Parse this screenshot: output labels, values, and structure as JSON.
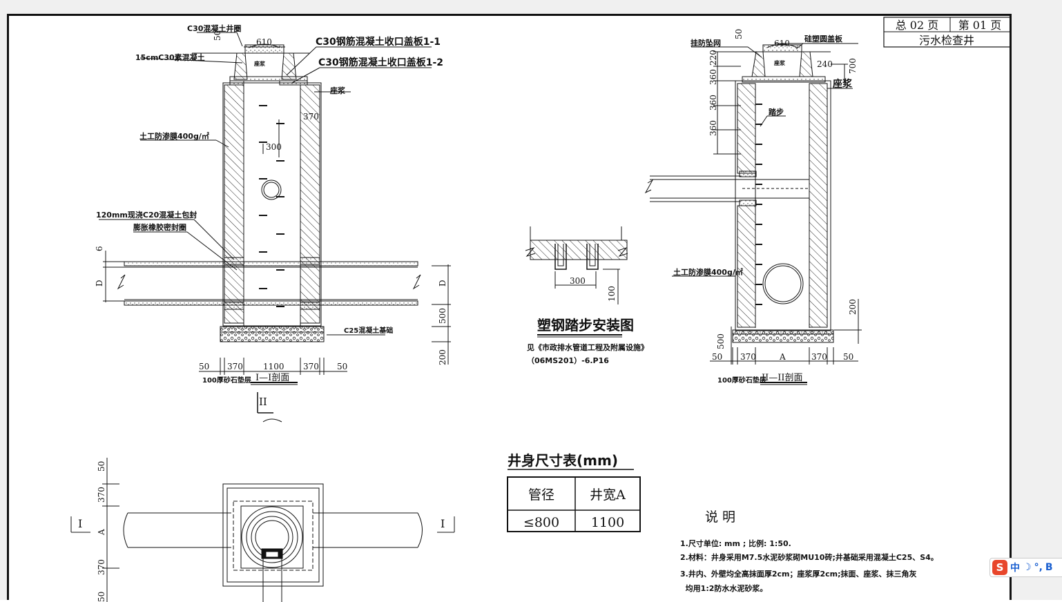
{
  "title_block": {
    "total_pages": "总 02 页",
    "page_no": "第 01 页",
    "drawing_name": "污水检查井"
  },
  "section1": {
    "caption": "I—I剖面",
    "labels": {
      "c30_ring": "C30混凝土井圈",
      "c30_cover_1": "C30钢筋混凝土收口盖板1-1",
      "c30_cover_2": "C30钢筋混凝土收口盖板1-2",
      "plain_concrete": "15cmC30素混凝土",
      "seat_small": "座浆",
      "mortar": "座浆",
      "geomembrane": "土工防渗膜400g/㎡",
      "encase": "120mm现浇C20混凝土包封",
      "sealing_ring": "膨胀橡胶密封圈",
      "base": "C25混凝土基础",
      "gravel": "100厚砂石垫层",
      "marker": "II"
    },
    "dims": {
      "d610": "610",
      "d50": "50",
      "d370": "370",
      "d300": "300",
      "d6": "6",
      "dD": "D",
      "d500": "500",
      "d200": "200",
      "d1100": "1100"
    }
  },
  "section2": {
    "caption": "II—II剖面",
    "labels": {
      "net": "挂防坠网",
      "cover": "硅塑圆盖板",
      "seat_small": "座浆",
      "mortar": "座浆",
      "step": "踏步",
      "geomembrane": "土工防渗膜400g/㎡",
      "gravel": "100厚砂石垫层"
    },
    "dims": {
      "d50": "50",
      "d610": "610",
      "d220": "220",
      "d360": "360",
      "d240": "240",
      "d700": "700",
      "d200": "200",
      "d500": "500",
      "d370": "370",
      "dA": "A"
    }
  },
  "step_detail": {
    "title": "塑钢踏步安装图",
    "ref1": "见《市政排水管道工程及附属设施》",
    "ref2": "（06MS201）-6.P16",
    "d300": "300",
    "d100": "100"
  },
  "size_table": {
    "title": "井身尺寸表(mm)",
    "headers": [
      "管径",
      "井宽A"
    ],
    "rows": [
      [
        "≤800",
        "1100"
      ]
    ]
  },
  "plan": {
    "left_marker": "I",
    "right_marker": "I",
    "dims": {
      "d50": "50",
      "d370": "370",
      "dA": "A"
    }
  },
  "notes": {
    "heading": "说 明",
    "items": [
      "1.尺寸单位: mm ; 比例: 1:50.",
      "2.材料：井身采用M7.5水泥砂浆砌MU10砖;井基础采用混凝土C25、S4。",
      "3.井内、外壁均全高抹面厚2cm；座浆厚2cm;抹面、座浆、抹三角灰",
      "  均用1:2防水水泥砂浆。"
    ]
  },
  "ime": {
    "lang": "中",
    "moon": "☽",
    "punct": "°,",
    "extra": "B"
  }
}
